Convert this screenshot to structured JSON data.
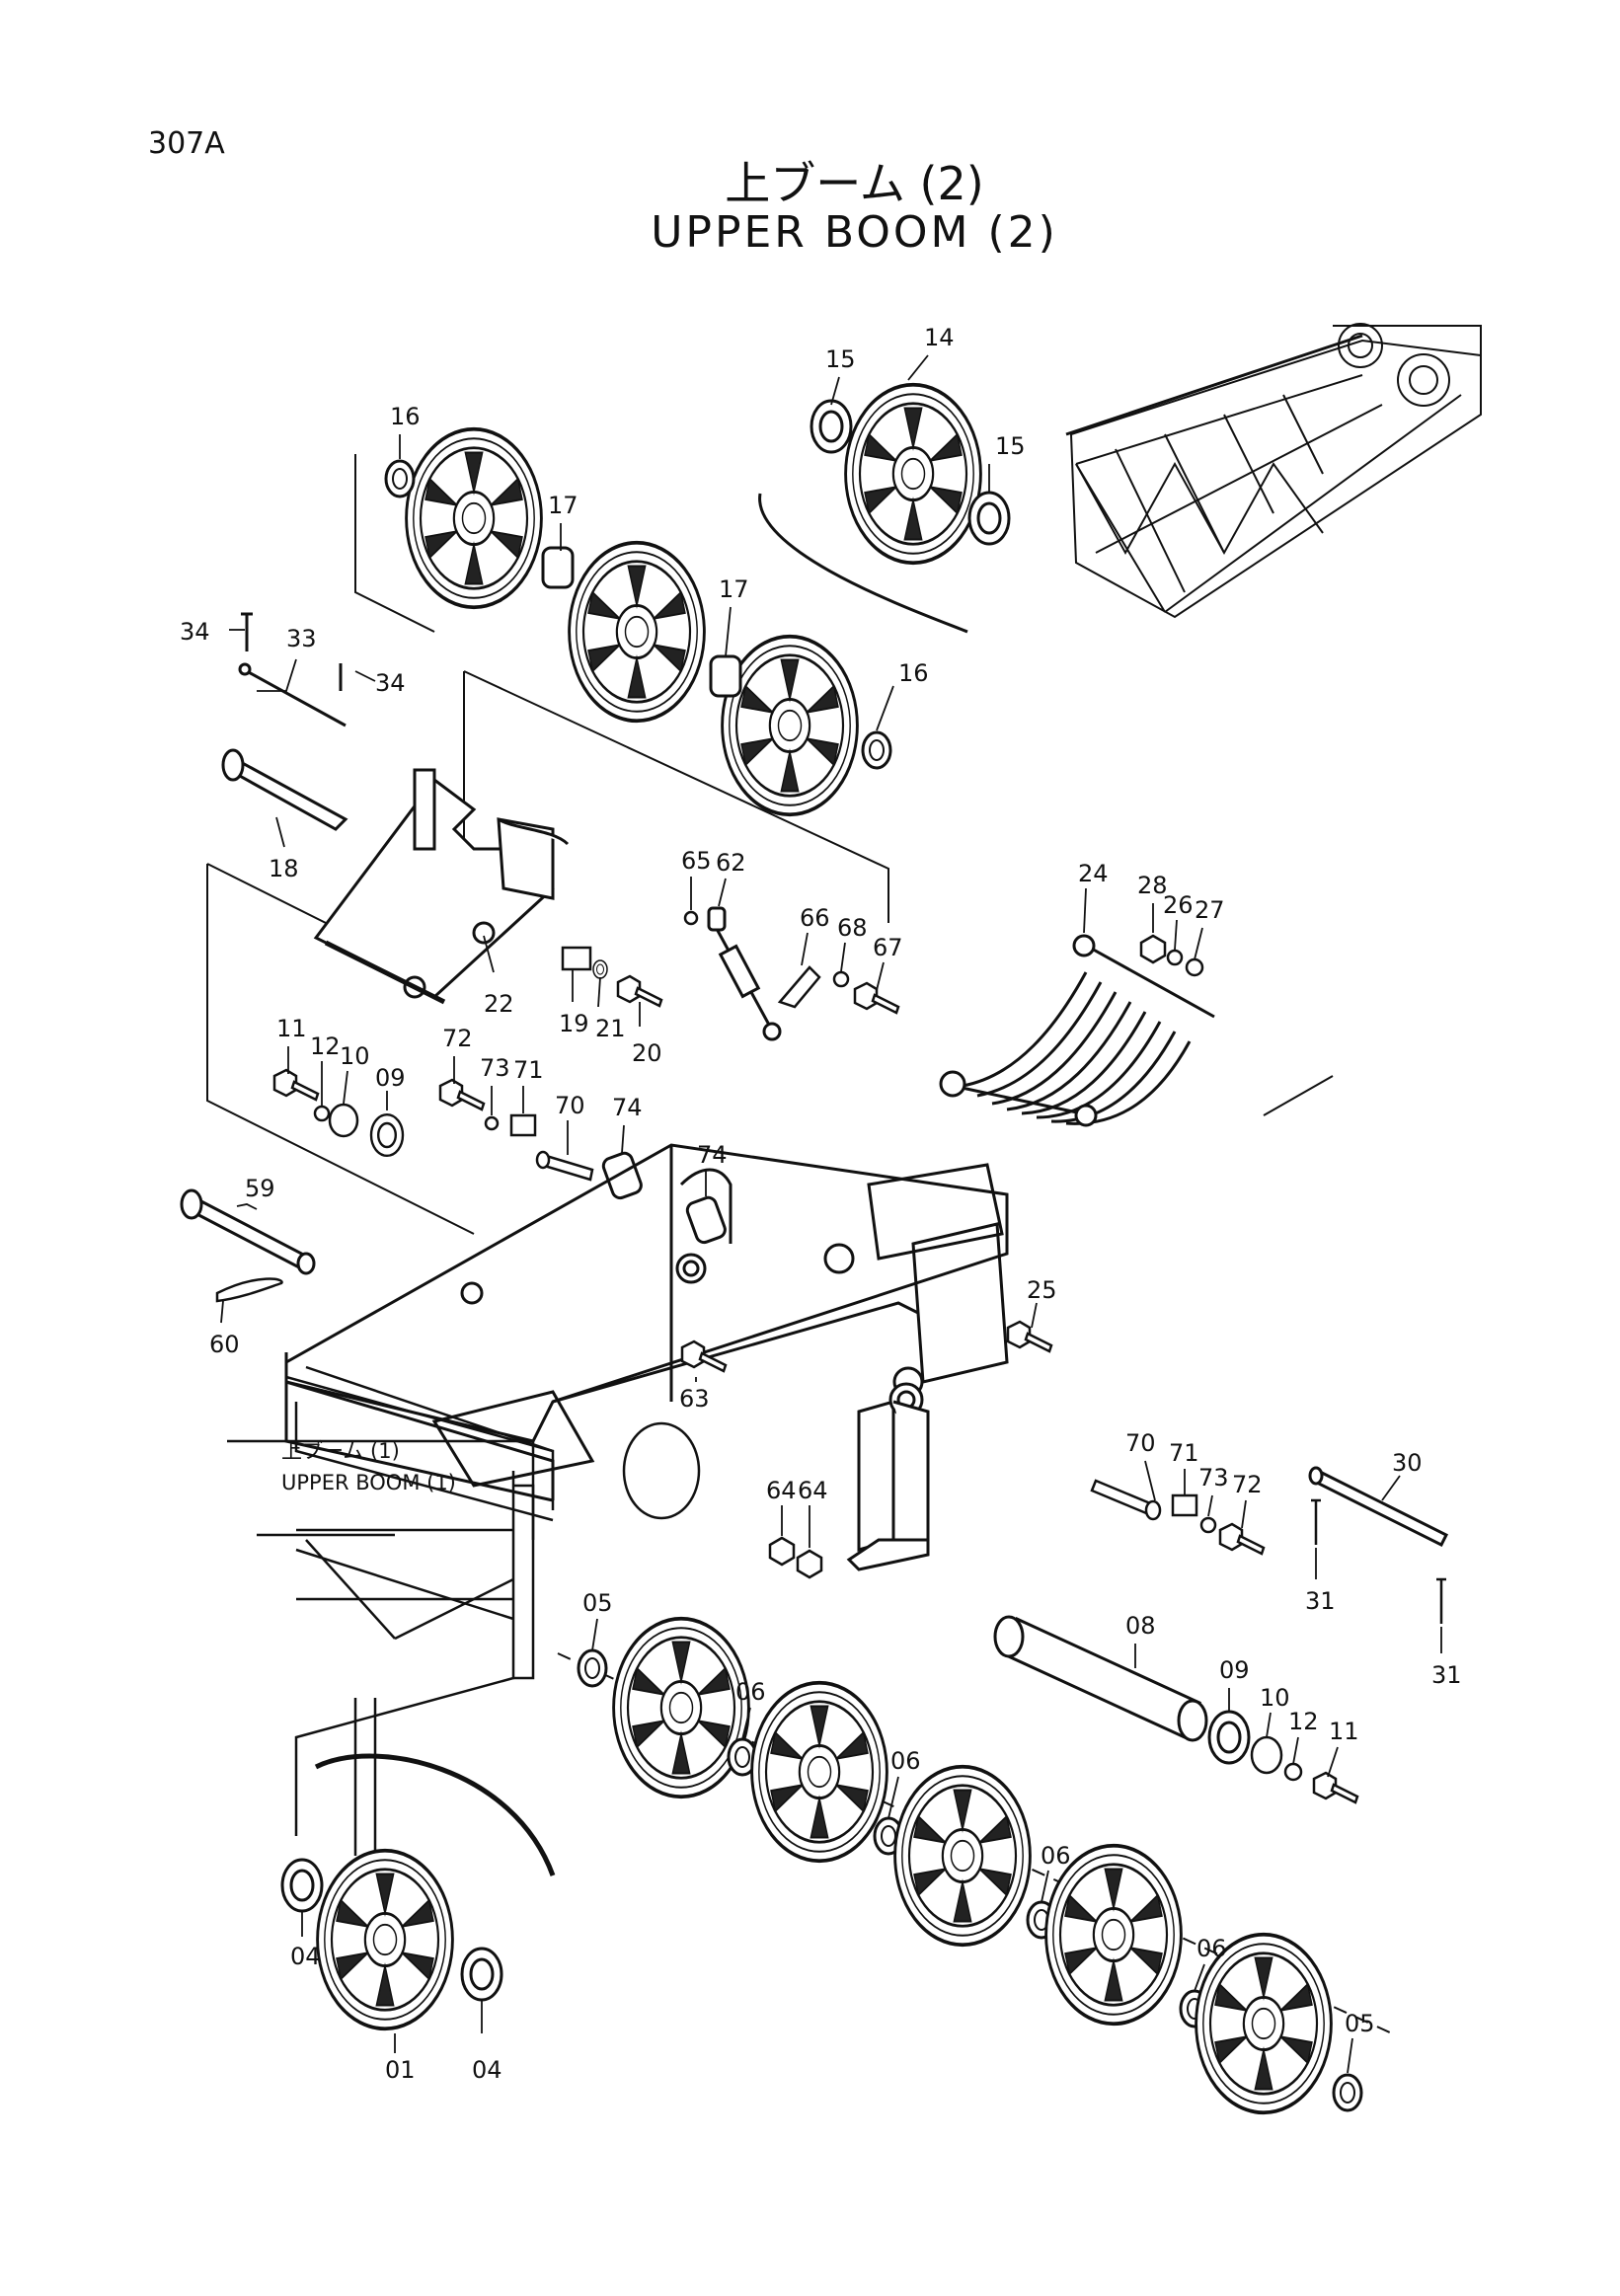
{
  "page_number": "307A",
  "title_jp": "上ブーム (2)",
  "title_en": "UPPER BOOM (2)",
  "cross_reference": {
    "jp": "上ブーム (1)",
    "en": "UPPER BOOM (1)"
  },
  "callouts": [
    {
      "part_number": "16",
      "anchor": "top-sheave-left-washer"
    },
    {
      "part_number": "17",
      "anchor": "top-bushing-1"
    },
    {
      "part_number": "17",
      "anchor": "top-bushing-2"
    },
    {
      "part_number": "15",
      "anchor": "top-sheave-right-bearing-left"
    },
    {
      "part_number": "14",
      "anchor": "top-sheave-right"
    },
    {
      "part_number": "15",
      "anchor": "top-sheave-right-bearing-right"
    },
    {
      "part_number": "16",
      "anchor": "top-sheave-third-washer"
    },
    {
      "part_number": "34",
      "anchor": "cotter-pin-left"
    },
    {
      "part_number": "33",
      "anchor": "pin-33"
    },
    {
      "part_number": "34",
      "anchor": "cotter-pin-right"
    },
    {
      "part_number": "18",
      "anchor": "pin-18"
    },
    {
      "part_number": "22",
      "anchor": "bracket-22"
    },
    {
      "part_number": "19",
      "anchor": "plate-19"
    },
    {
      "part_number": "21",
      "anchor": "washer-21"
    },
    {
      "part_number": "20",
      "anchor": "bolt-20"
    },
    {
      "part_number": "65",
      "anchor": "washer-65"
    },
    {
      "part_number": "62",
      "anchor": "rod-62"
    },
    {
      "part_number": "66",
      "anchor": "bracket-66"
    },
    {
      "part_number": "68",
      "anchor": "washer-68"
    },
    {
      "part_number": "67",
      "anchor": "bolt-67"
    },
    {
      "part_number": "24",
      "anchor": "guide-24"
    },
    {
      "part_number": "28",
      "anchor": "nut-28"
    },
    {
      "part_number": "26",
      "anchor": "washer-26"
    },
    {
      "part_number": "27",
      "anchor": "washer-27"
    },
    {
      "part_number": "11",
      "anchor": "bolt-11-upper"
    },
    {
      "part_number": "12",
      "anchor": "washer-12-upper"
    },
    {
      "part_number": "10",
      "anchor": "plate-10-upper"
    },
    {
      "part_number": "09",
      "anchor": "bushing-09-upper"
    },
    {
      "part_number": "72",
      "anchor": "bolt-72-upper"
    },
    {
      "part_number": "73",
      "anchor": "washer-73-upper"
    },
    {
      "part_number": "71",
      "anchor": "plate-71-upper"
    },
    {
      "part_number": "70",
      "anchor": "pin-70-upper"
    },
    {
      "part_number": "74",
      "anchor": "bushing-74-a"
    },
    {
      "part_number": "74",
      "anchor": "bushing-74-b"
    },
    {
      "part_number": "59",
      "anchor": "pin-59"
    },
    {
      "part_number": "60",
      "anchor": "cotter-60"
    },
    {
      "part_number": "25",
      "anchor": "bolt-25"
    },
    {
      "part_number": "63",
      "anchor": "bolt-63"
    },
    {
      "part_number": "64",
      "anchor": "nut-64-a"
    },
    {
      "part_number": "64",
      "anchor": "nut-64-b"
    },
    {
      "part_number": "70",
      "anchor": "pin-70-lower"
    },
    {
      "part_number": "71",
      "anchor": "plate-71-lower"
    },
    {
      "part_number": "73",
      "anchor": "washer-73-lower"
    },
    {
      "part_number": "72",
      "anchor": "bolt-72-lower"
    },
    {
      "part_number": "30",
      "anchor": "shaft-30"
    },
    {
      "part_number": "31",
      "anchor": "cotter-31-upper"
    },
    {
      "part_number": "31",
      "anchor": "cotter-31-lower"
    },
    {
      "part_number": "05",
      "anchor": "washer-05-left"
    },
    {
      "part_number": "06",
      "anchor": "washer-06-1"
    },
    {
      "part_number": "06",
      "anchor": "washer-06-2"
    },
    {
      "part_number": "06",
      "anchor": "washer-06-3"
    },
    {
      "part_number": "06",
      "anchor": "washer-06-4"
    },
    {
      "part_number": "05",
      "anchor": "washer-05-right"
    },
    {
      "part_number": "08",
      "anchor": "shaft-08"
    },
    {
      "part_number": "09",
      "anchor": "bushing-09-lower"
    },
    {
      "part_number": "10",
      "anchor": "plate-10-lower"
    },
    {
      "part_number": "12",
      "anchor": "washer-12-lower"
    },
    {
      "part_number": "11",
      "anchor": "bolt-11-lower"
    },
    {
      "part_number": "04",
      "anchor": "bearing-04-left"
    },
    {
      "part_number": "01",
      "anchor": "sheave-01"
    },
    {
      "part_number": "04",
      "anchor": "bearing-04-right"
    }
  ]
}
